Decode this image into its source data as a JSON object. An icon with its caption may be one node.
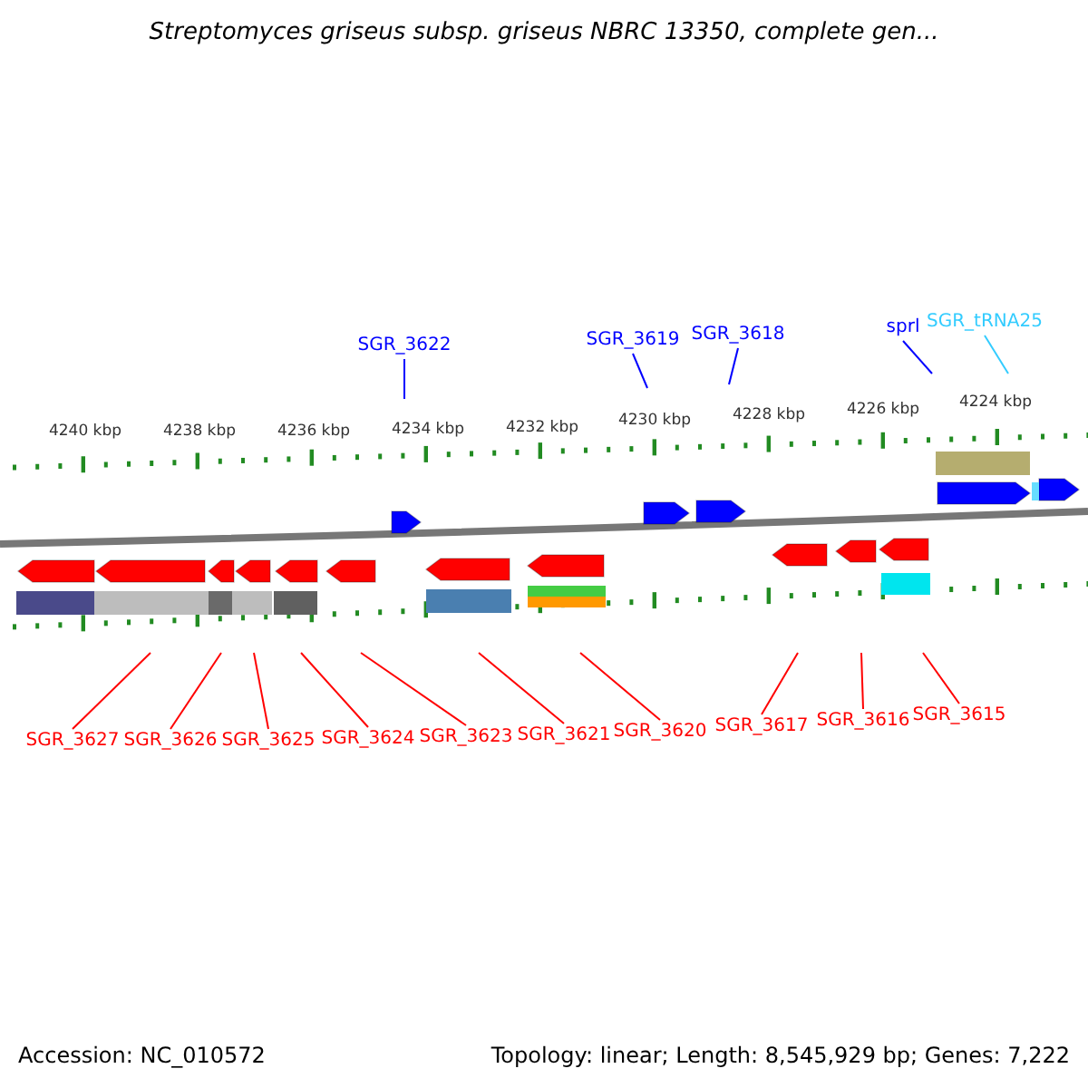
{
  "diagram": {
    "title": "Streptomyces griseus subsp. griseus NBRC 13350, complete gen...",
    "nodes": [
      {
        "text": [
          "SGR_3622"
        ]
      },
      {
        "text": [
          "SGR_3619"
        ]
      },
      {
        "text": [
          "SGR_3618"
        ]
      },
      {
        "text": [
          "sprl"
        ]
      },
      {
        "text": [
          "SGR_tRNA25"
        ]
      },
      {
        "text": [
          "SGR_3627"
        ]
      },
      {
        "text": [
          "SGR_3626"
        ]
      },
      {
        "text": [
          "SGR_3625"
        ]
      },
      {
        "text": [
          "SGR_3624"
        ]
      },
      {
        "text": [
          "SGR_3623"
        ]
      },
      {
        "text": [
          "SGR_3621"
        ]
      },
      {
        "text": [
          "SGR_3620"
        ]
      },
      {
        "text": [
          "SGR_3617"
        ]
      },
      {
        "text": [
          "SGR_3616"
        ]
      },
      {
        "text": [
          "SGR_3615"
        ]
      }
    ],
    "edges": [
      {
        "from": 0,
        "to": null,
        "arrow": "none",
        "color": "#0000ff"
      },
      {
        "from": 1,
        "to": null,
        "arrow": "none",
        "color": "#0000ff"
      },
      {
        "from": 2,
        "to": null,
        "arrow": "none",
        "color": "#0000ff"
      },
      {
        "from": 3,
        "to": null,
        "arrow": "none",
        "color": "#0000ff"
      },
      {
        "from": 4,
        "to": null,
        "arrow": "none",
        "color": "#33ccff"
      },
      {
        "from": 5,
        "to": null,
        "arrow": "none"
      },
      {
        "from": 6,
        "to": null,
        "arrow": "none"
      },
      {
        "from": 7,
        "to": null,
        "arrow": "none"
      },
      {
        "from": 8,
        "to": null,
        "arrow": "none"
      },
      {
        "from": 9,
        "to": null,
        "arrow": "none"
      },
      {
        "from": 10,
        "to": null,
        "arrow": "none"
      },
      {
        "from": 11,
        "to": null,
        "arrow": "none"
      },
      {
        "from": 12,
        "to": null,
        "arrow": "none"
      },
      {
        "from": 13,
        "to": null,
        "arrow": "none"
      },
      {
        "from": 14,
        "to": null,
        "arrow": "none"
      }
    ],
    "labels": [
      "4240 kbp",
      "4238 kbp",
      "4236 kbp",
      "4234 kbp",
      "4232 kbp",
      "4230 kbp",
      "4228 kbp",
      "4226 kbp",
      "4224 kbp",
      "Accession: NC_010572",
      "Topology: linear; Length: 8,545,929 bp; Genes: 7,222"
    ]
  }
}
